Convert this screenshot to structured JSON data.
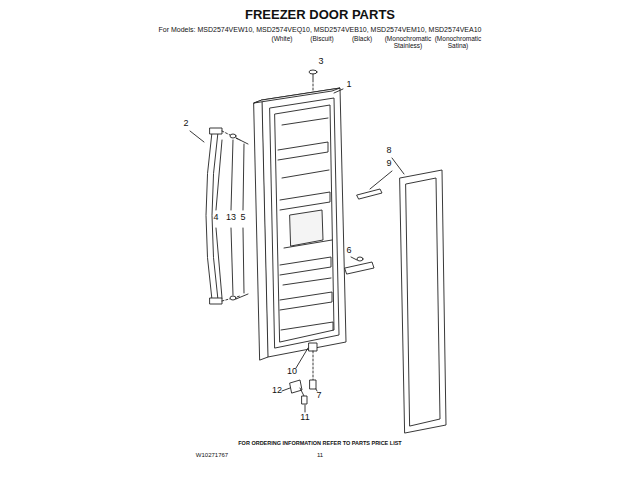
{
  "diagram": {
    "title": "FREEZER DOOR PARTS",
    "labels": [
      "For Models: MSD2574VEW10, MSD2574VEQ10, MSD2574VEB10, MSD2574VEM10, MSD2574VEA10",
      "(White)",
      "(Biscuit)",
      "(Black)",
      "(Monochromatic Stainless)",
      "(Monochromatic Satina)",
      "3",
      "1",
      "2",
      "8",
      "9",
      "4",
      "13",
      "5",
      "6",
      "10",
      "12",
      "7",
      "11",
      "FOR ORDERING INFORMATION REFER TO PARTS PRICE LIST",
      "W10271767",
      "11"
    ]
  }
}
